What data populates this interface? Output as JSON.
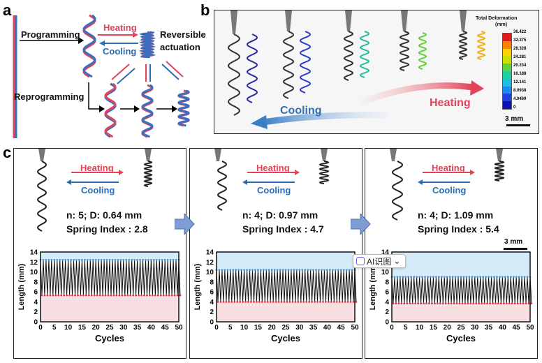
{
  "panel_a": {
    "label": "a",
    "programming": "Programming",
    "reprogramming": "Reprogramming",
    "heating": "Heating",
    "cooling": "Cooling",
    "reversible": "Reversible",
    "actuation": "actuation"
  },
  "panel_b": {
    "label": "b",
    "heating": "Heating",
    "cooling": "Cooling",
    "scalebar": "3 mm",
    "colorbar_title": "Total Deformation",
    "colorbar_unit": "(mm)",
    "colorbar_ticks": [
      "36.422",
      "32.375",
      "28.328",
      "24.281",
      "20.234",
      "16.188",
      "12.141",
      "8.0938",
      "4.0469",
      "0"
    ],
    "colorbar_colors": [
      "#e31a1c",
      "#ff7f00",
      "#ffd000",
      "#c8e000",
      "#5fd13a",
      "#1bd1a0",
      "#18c0e6",
      "#1a8cf0",
      "#2040e0",
      "#1010b0"
    ]
  },
  "panel_c": {
    "label": "c",
    "heating": "Heating",
    "cooling": "Cooling",
    "scalebar": "3 mm",
    "overlay": {
      "icon": "ai-icon",
      "text": "AI识图",
      "chevron": "⌄"
    },
    "colors": {
      "upper": "#3d8fd6",
      "lower": "#e0334a",
      "black": "#111111"
    }
  },
  "chart_data": [
    {
      "type": "line",
      "title": "n: 5; D: 0.64 mm",
      "subtitle": "Spring Index : 2.8",
      "xlabel": "Cycles",
      "ylabel": "Length (mm)",
      "xlim": [
        0,
        50
      ],
      "ylim": [
        0,
        14
      ],
      "xticks": [
        "0",
        "5",
        "10",
        "15",
        "20",
        "25",
        "30",
        "35",
        "40",
        "45",
        "50"
      ],
      "yticks": [
        "0",
        "2",
        "4",
        "6",
        "8",
        "10",
        "12",
        "14"
      ],
      "series": [
        {
          "role": "upper",
          "value": 12.4
        },
        {
          "role": "lower",
          "value": 5.3
        }
      ]
    },
    {
      "type": "line",
      "title": "n: 4; D: 0.97 mm",
      "subtitle": "Spring Index : 4.7",
      "xlabel": "Cycles",
      "ylabel": "Length (mm)",
      "xlim": [
        0,
        50
      ],
      "ylim": [
        0,
        14
      ],
      "xticks": [
        "0",
        "5",
        "10",
        "15",
        "20",
        "25",
        "30",
        "35",
        "40",
        "45",
        "50"
      ],
      "yticks": [
        "0",
        "2",
        "4",
        "6",
        "8",
        "10",
        "12",
        "14"
      ],
      "series": [
        {
          "role": "upper",
          "value": 10.4
        },
        {
          "role": "lower",
          "value": 4.0
        }
      ]
    },
    {
      "type": "line",
      "title": "n: 4; D: 1.09 mm",
      "subtitle": "Spring Index : 5.4",
      "xlabel": "Cycles",
      "ylabel": "Length (mm)",
      "xlim": [
        0,
        50
      ],
      "ylim": [
        0,
        14
      ],
      "xticks": [
        "0",
        "5",
        "10",
        "15",
        "20",
        "25",
        "30",
        "35",
        "40",
        "45",
        "50"
      ],
      "yticks": [
        "0",
        "2",
        "4",
        "6",
        "8",
        "10",
        "12",
        "14"
      ],
      "series": [
        {
          "role": "upper",
          "value": 9.0
        },
        {
          "role": "lower",
          "value": 3.7
        }
      ]
    }
  ]
}
